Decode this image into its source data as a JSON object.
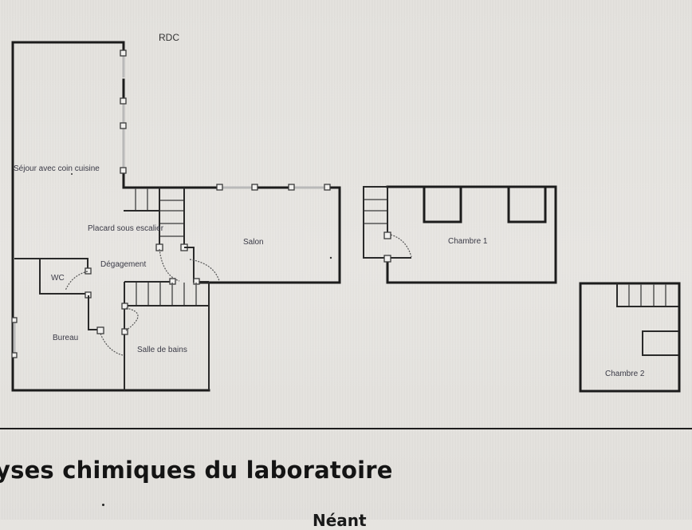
{
  "plan": {
    "floor_label": "RDC",
    "rooms": [
      {
        "id": "sejour",
        "label": "Séjour avec coin cuisine"
      },
      {
        "id": "placard",
        "label": "Placard sous escalier"
      },
      {
        "id": "degagement",
        "label": "Dégagement"
      },
      {
        "id": "wc",
        "label": "WC"
      },
      {
        "id": "bureau",
        "label": "Bureau"
      },
      {
        "id": "salle_de_bains",
        "label": "Salle de bains"
      },
      {
        "id": "salon",
        "label": "Salon"
      },
      {
        "id": "chambre1",
        "label": "Chambre 1"
      },
      {
        "id": "chambre2",
        "label": "Chambre 2"
      }
    ]
  },
  "document": {
    "heading": "yses chimiques du laboratoire",
    "partial_text": "Néant"
  },
  "colors": {
    "wall": "#1c1c1c",
    "window": "#b9b9b9",
    "background": "#e6e4e0",
    "label": "#3a3a46"
  }
}
